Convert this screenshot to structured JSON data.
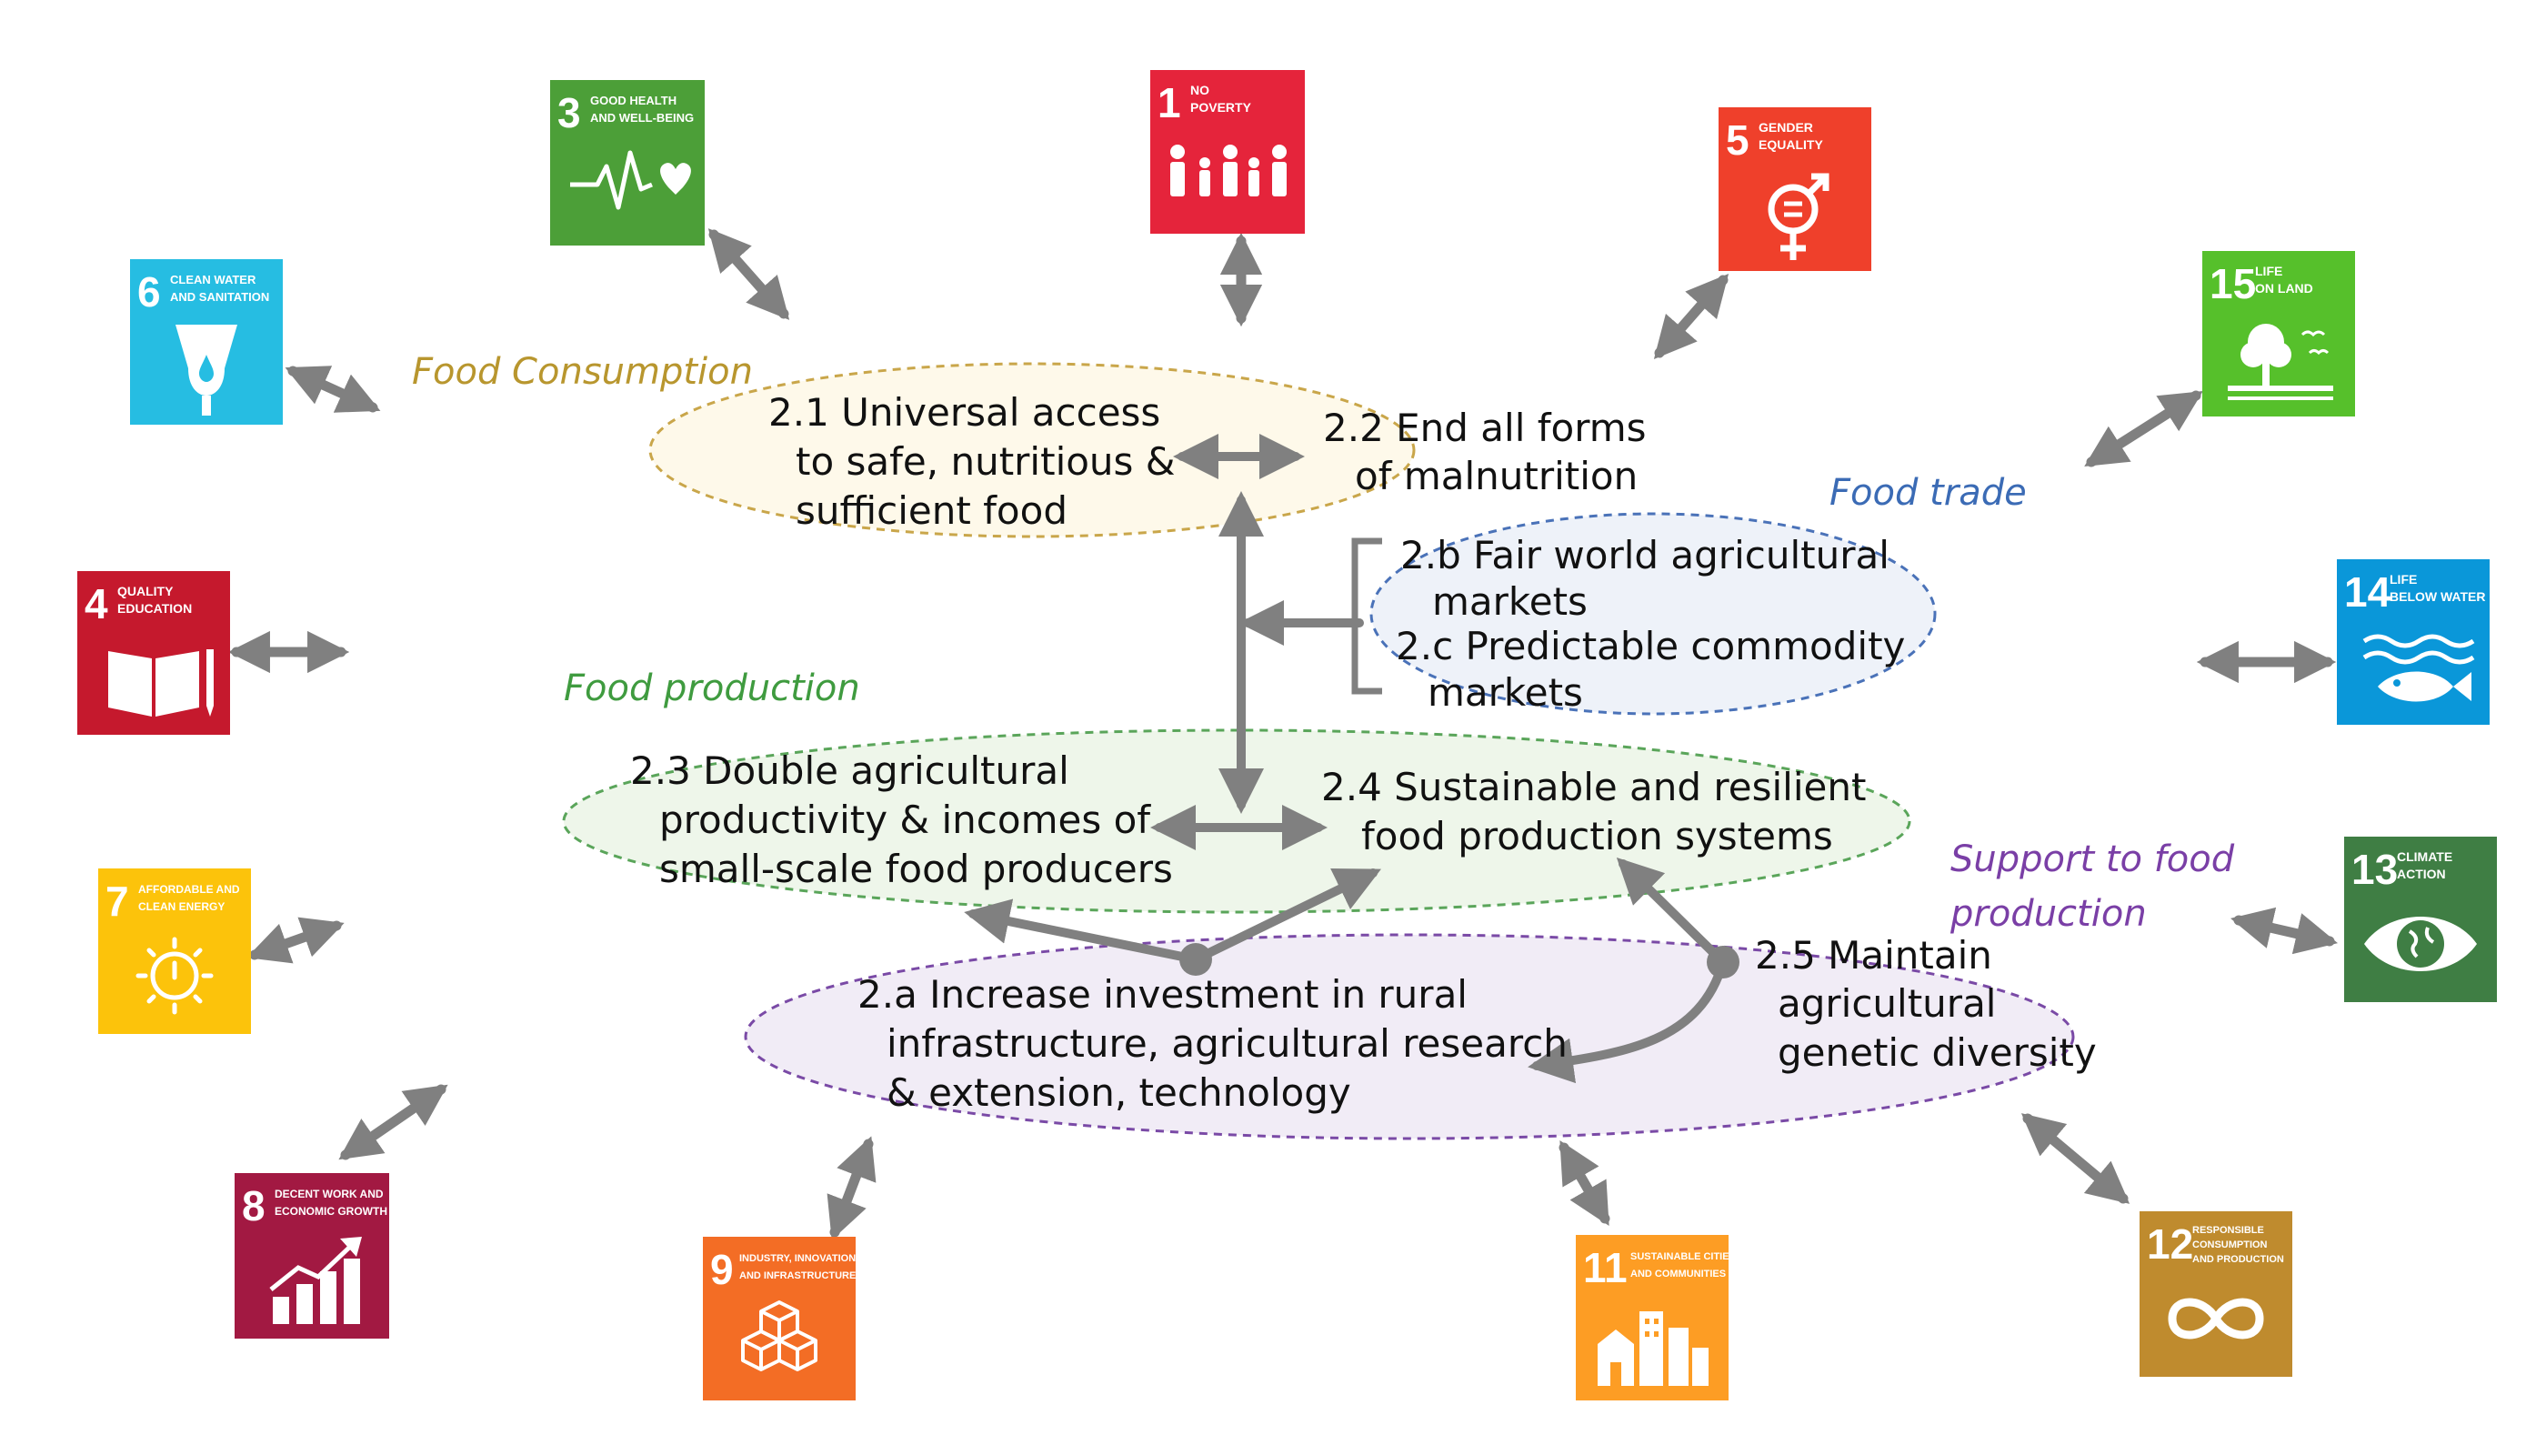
{
  "colors": {
    "arrow": "#808080",
    "consumption_fill": "#fef9ea",
    "consumption_border": "#c9a64a",
    "trade_fill": "#eef2f9",
    "trade_border": "#4a72b8",
    "production_fill": "#eef6ea",
    "production_border": "#5aa55a",
    "support_fill": "#f1ecf6",
    "support_border": "#7a4aa6"
  },
  "categories": {
    "consumption": {
      "label": "Food Consumption",
      "color": "#b8962e"
    },
    "trade": {
      "label": "Food trade",
      "color": "#3b6bb5"
    },
    "production": {
      "label": "Food production",
      "color": "#3f9b3f"
    },
    "support": {
      "line1": "Support to food",
      "line2": "production",
      "color": "#7a3fa6"
    }
  },
  "targets": {
    "t21": {
      "line1": "2.1  Universal access",
      "line2": "to safe, nutritious &",
      "line3": "sufficient food"
    },
    "t22": {
      "line1": "2.2  End all forms",
      "line2": "of malnutrition"
    },
    "t2b": {
      "line1": "2.b  Fair world agricultural",
      "line2": "markets"
    },
    "t2c": {
      "line1": "2.c  Predictable commodity",
      "line2": "markets"
    },
    "t23": {
      "line1": "2.3  Double agricultural",
      "line2": "productivity & incomes of",
      "line3": "small-scale food producers"
    },
    "t24": {
      "line1": "2.4  Sustainable and resilient",
      "line2": "food production systems"
    },
    "t2a": {
      "line1": "2.a  Increase investment in rural",
      "line2": "infrastructure, agricultural research",
      "line3": "& extension, technology"
    },
    "t25": {
      "line1": "2.5  Maintain",
      "line2": "agricultural",
      "line3": "genetic diversity"
    }
  },
  "sdgs": {
    "sdg1": {
      "number": "1",
      "line1": "NO",
      "line2": "POVERTY",
      "color": "#e5243b",
      "icon": "people-icon"
    },
    "sdg3": {
      "number": "3",
      "line1": "GOOD HEALTH",
      "line2": "AND WELL-BEING",
      "color": "#4c9f38",
      "icon": "heartbeat-icon"
    },
    "sdg4": {
      "number": "4",
      "line1": "QUALITY",
      "line2": "EDUCATION",
      "color": "#c5192d",
      "icon": "book-icon"
    },
    "sdg5": {
      "number": "5",
      "line1": "GENDER",
      "line2": "EQUALITY",
      "color": "#ff3a21",
      "icon": "gender-icon"
    },
    "sdg6": {
      "number": "6",
      "line1": "CLEAN WATER",
      "line2": "AND SANITATION",
      "color": "#26bde2",
      "icon": "water-drop-icon"
    },
    "sdg7": {
      "number": "7",
      "line1": "AFFORDABLE AND",
      "line2": "CLEAN ENERGY",
      "color": "#fcc30b",
      "icon": "sun-power-icon"
    },
    "sdg8": {
      "number": "8",
      "line1": "DECENT WORK AND",
      "line2": "ECONOMIC GROWTH",
      "color": "#a21942",
      "icon": "growth-chart-icon"
    },
    "sdg9": {
      "number": "9",
      "line1": "INDUSTRY, INNOVATION",
      "line2": "AND INFRASTRUCTURE",
      "color": "#fd6925",
      "icon": "cubes-icon"
    },
    "sdg11": {
      "number": "11",
      "line1": "SUSTAINABLE CITIES",
      "line2": "AND COMMUNITIES",
      "color": "#fd9d24",
      "icon": "city-icon"
    },
    "sdg12": {
      "number": "12",
      "line1": "RESPONSIBLE",
      "line2": "CONSUMPTION",
      "line3": "AND PRODUCTION",
      "color": "#bf8b2e",
      "icon": "infinity-icon"
    },
    "sdg13": {
      "number": "13",
      "line1": "CLIMATE",
      "line2": "ACTION",
      "color": "#3f7e44",
      "icon": "eye-globe-icon"
    },
    "sdg14": {
      "number": "14",
      "line1": "LIFE",
      "line2": "BELOW WATER",
      "color": "#0a97d9",
      "icon": "fish-icon"
    },
    "sdg15": {
      "number": "15",
      "line1": "LIFE",
      "line2": "ON LAND",
      "color": "#56c02b",
      "icon": "tree-birds-icon"
    }
  }
}
